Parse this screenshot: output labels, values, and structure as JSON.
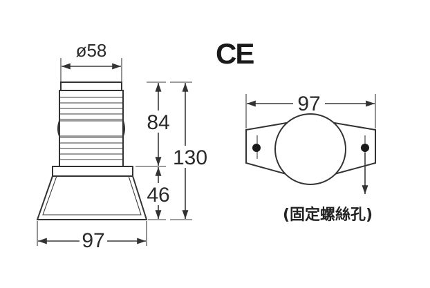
{
  "side_view": {
    "diameter_label": "ø58",
    "top_height_label": "84",
    "total_height_label": "130",
    "base_height_label": "46",
    "base_width_label": "97"
  },
  "top_view": {
    "width_label": "97",
    "note": "(固定螺絲孔)"
  },
  "certification": {
    "mark": "CE"
  }
}
